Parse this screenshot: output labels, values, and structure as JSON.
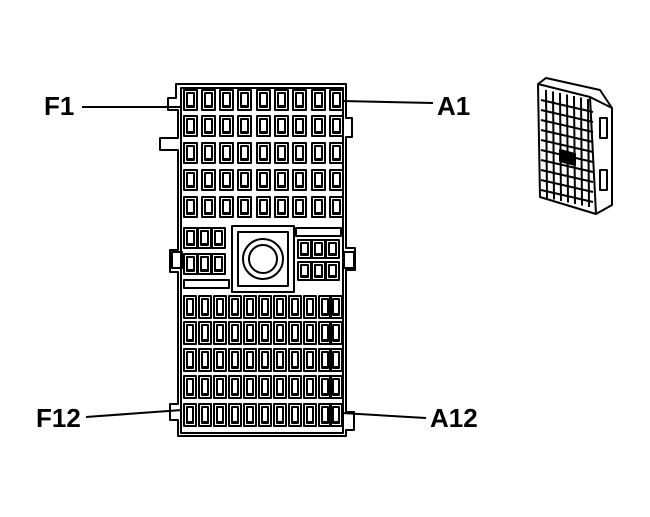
{
  "labels": {
    "top_left": "F1",
    "top_right": "A1",
    "bottom_left": "F12",
    "bottom_right": "A12"
  },
  "colors": {
    "ink": "#000000",
    "background": "#ffffff"
  }
}
